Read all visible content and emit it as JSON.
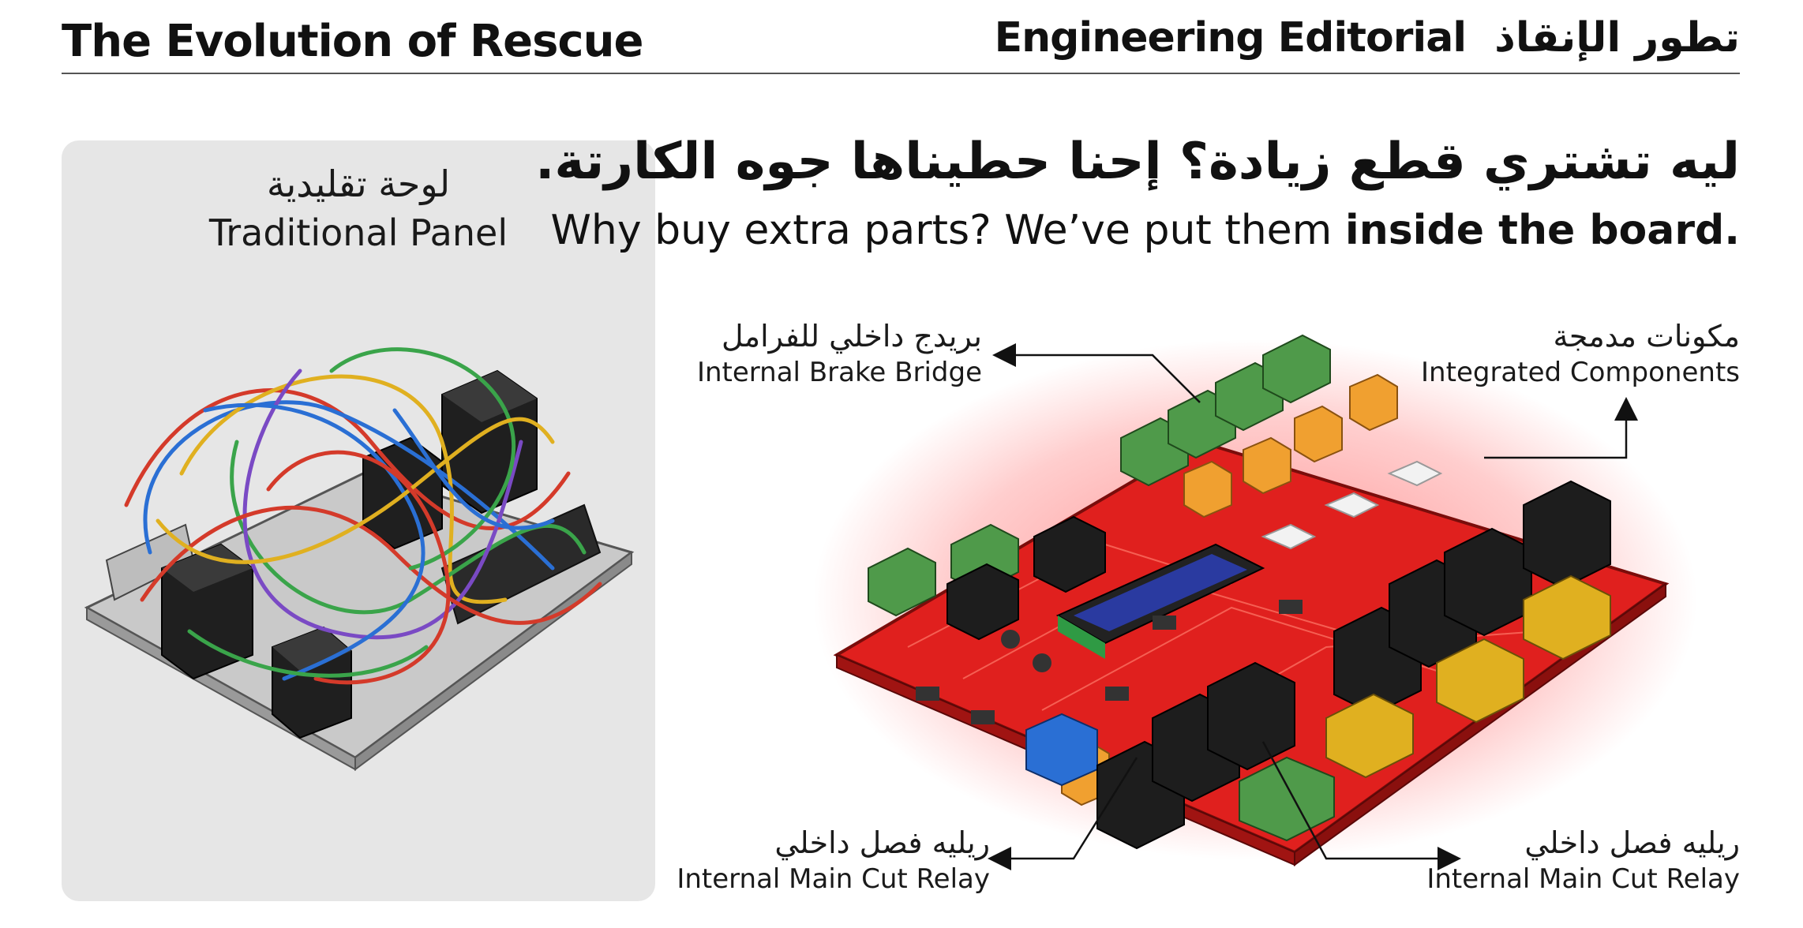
{
  "header": {
    "left_title": "The Evolution of Rescue",
    "right_title_en": "Engineering Editorial",
    "right_title_ar": "تطور الإنقاذ"
  },
  "panel": {
    "title_ar": "لوحة تقليدية",
    "title_en": "Traditional Panel"
  },
  "headline": {
    "ar": "ليه تشتري قطع زيادة؟ إحنا حطيناها جوه الكارتة.",
    "en_regular": "Why buy extra parts? We’ve put them ",
    "en_bold": "inside the board."
  },
  "callouts": {
    "brake_bridge": {
      "ar": "بريدج داخلي للفرامل",
      "en": "Internal Brake Bridge"
    },
    "integrated": {
      "ar": "مكونات مدمجة",
      "en": "Integrated Components"
    },
    "relay_left": {
      "ar": "ريليه فصل داخلي",
      "en": "Internal Main Cut Relay"
    },
    "relay_right": {
      "ar": "ريليه فصل داخلي",
      "en": "Internal Main Cut Relay"
    }
  },
  "colors": {
    "board_red": "#e0201e",
    "panel_bg": "#e6e6e6",
    "terminal_green": "#4f9a4a",
    "relay_black": "#1d1d1d",
    "capacitor_orange": "#f0a030",
    "lcd_blue": "#2a3aa0"
  }
}
